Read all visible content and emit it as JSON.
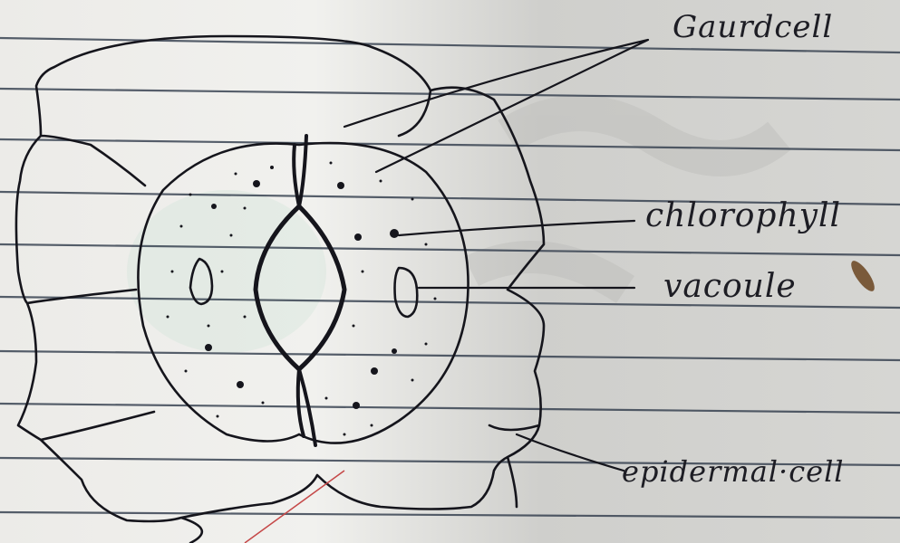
{
  "labels": {
    "guard_cell": "Gaurdcell",
    "chlorophyll": "chlorophyll",
    "vacuole": "vacoule",
    "epidermal_cell": "epidermal·cell"
  },
  "colors": {
    "ink": "#15151c",
    "ruling": "#2f3a4a",
    "paper": "#ececea",
    "faint_watermark": "#b7d6c2"
  }
}
